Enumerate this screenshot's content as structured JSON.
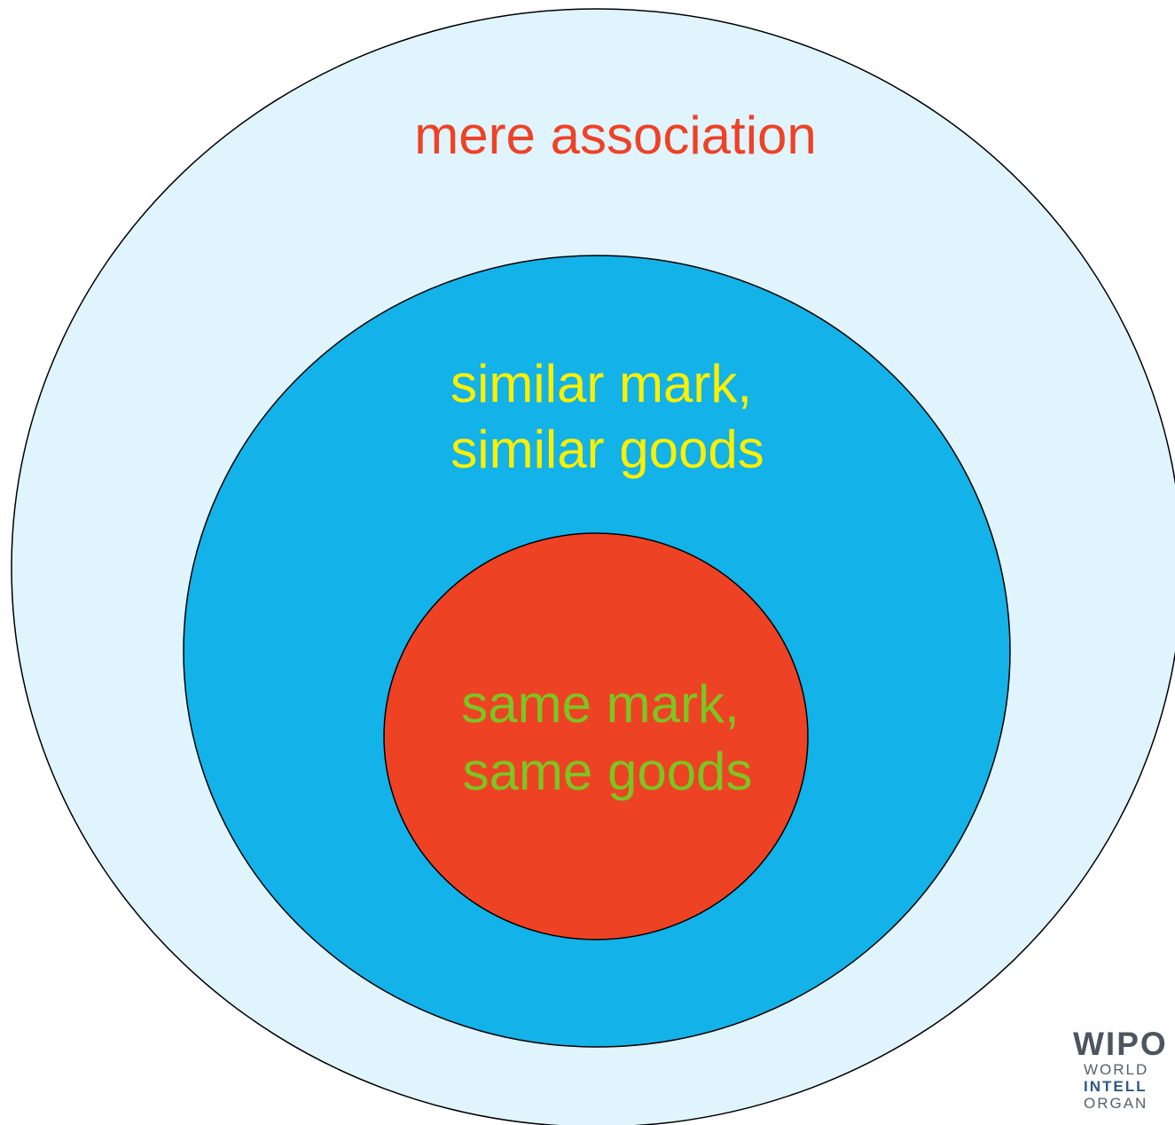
{
  "diagram": {
    "outer_ring": {
      "label": "mere association",
      "fill": "#dff4fc",
      "label_color": "#ee4227"
    },
    "middle_ring": {
      "label_line1": "similar mark,",
      "label_line2": "similar goods",
      "fill": "#13b2e8",
      "label_color": "#fbf000"
    },
    "inner_ring": {
      "label_line1": "same mark,",
      "label_line2": "same goods",
      "fill": "#ee4224",
      "label_color": "#7cc522"
    },
    "stroke_color": "#000000"
  },
  "logo": {
    "mark": "WIPO",
    "line1": "WORLD",
    "line2": "INTELL",
    "line3": "ORGAN"
  }
}
